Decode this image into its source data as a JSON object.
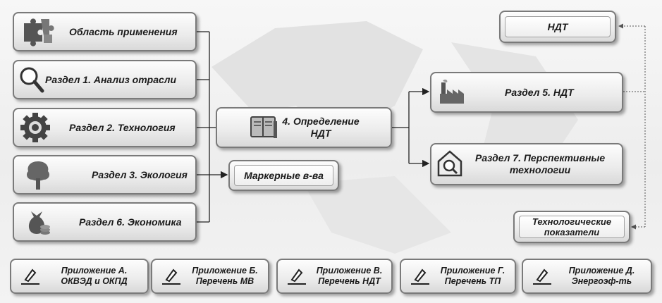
{
  "left_boxes": [
    {
      "label": "Область применения",
      "icon": "puzzle-icon"
    },
    {
      "label": "Раздел 1. Анализ отрасли",
      "icon": "magnifier-icon"
    },
    {
      "label": "Раздел  2. Технология",
      "icon": "gear-icon"
    },
    {
      "label": "Раздел  3. Экология",
      "icon": "tree-icon"
    },
    {
      "label": "Раздел  6. Экономика",
      "icon": "money-bag-icon"
    }
  ],
  "center_box": {
    "label_line1": "4. Определение",
    "label_line2": "НДТ",
    "icon": "book-icon"
  },
  "marker_box": {
    "label": "Маркерные в-ва"
  },
  "right_boxes": [
    {
      "label": "Раздел  5. НДТ",
      "icon": "factory-icon"
    },
    {
      "label_line1": "Раздел 7. Перспективные",
      "label_line2": "технологии",
      "icon": "house-search-icon"
    }
  ],
  "ndt_top": {
    "label": "НДТ"
  },
  "tech_indicators": {
    "label_line1": "Технологические",
    "label_line2": "показатели"
  },
  "appendices": [
    {
      "line1": "Приложение А.",
      "line2": "ОКВЭД и ОКПД",
      "icon": "pen-icon"
    },
    {
      "line1": "Приложение Б.",
      "line2": "Перечень МВ",
      "icon": "pen-icon"
    },
    {
      "line1": "Приложение В.",
      "line2": "Перечень НДТ",
      "icon": "pen-icon"
    },
    {
      "line1": "Приложение Г.",
      "line2": "Перечень ТП",
      "icon": "pen-icon"
    },
    {
      "line1": "Приложение Д.",
      "line2": "Энергоэф-ть",
      "icon": "pen-icon"
    }
  ],
  "colors": {
    "border": "#7a7a7a",
    "text": "#1a1a1a",
    "connector": "#222222",
    "dotted": "#555555"
  }
}
